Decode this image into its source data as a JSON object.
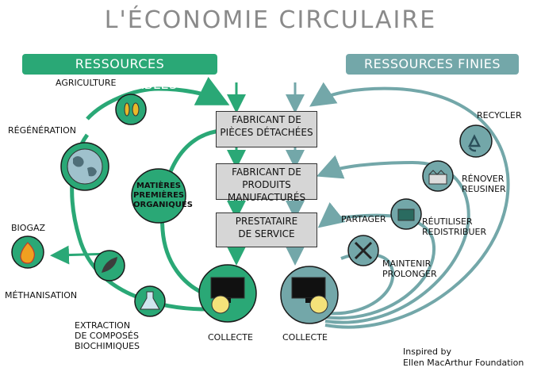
{
  "title": "L'ÉCONOMIE CIRCULAIRE",
  "banners": {
    "renewable": "RESSOURCES RENOUVELABLES",
    "finite": "RESSOURCES FINIES"
  },
  "boxes": {
    "parts_maker": [
      "FABRICANT DE",
      "PIÈCES DÉTACHÉES"
    ],
    "product_maker": [
      "FABRICANT DE PRODUITS",
      "MANUFACTURÉS"
    ],
    "service_provider": [
      "PRESTATAIRE",
      "DE SERVICE"
    ]
  },
  "left_labels": {
    "agriculture": "AGRICULTURE",
    "regeneration": "RÉGÉNÉRATION",
    "biogaz": "BIOGAZ",
    "methanisation": "MÉTHANISATION",
    "extraction": [
      "EXTRACTION",
      "DE COMPOSÉS",
      "BIOCHIMIQUES"
    ],
    "raw_materials": [
      "MATIÈRES",
      "PREMIÈRES",
      "ORGANIQUES"
    ],
    "collect_left": "COLLECTE"
  },
  "right_labels": {
    "recycle": "RECYCLER",
    "renovate": [
      "RÉNOVER",
      "REUSINER"
    ],
    "share": "PARTAGER",
    "reuse": [
      "RÉUTILISER",
      "REDISTRIBUER"
    ],
    "maintain": [
      "MAINTENIR",
      "PROLONGER"
    ],
    "collect_right": "COLLECTE"
  },
  "credit": [
    "Inspired by",
    "Ellen MacArthur Foundation"
  ],
  "colors": {
    "green": "#2aa876",
    "teal": "#73a7a9",
    "box": "#d6d6d6",
    "title": "#8a8a8a"
  },
  "icons": [
    "wheat-icon",
    "leaf-icon",
    "globe-icon",
    "flame-icon",
    "flask-icon",
    "monitor-icon",
    "recycle-icon",
    "factory-icon",
    "box-icon",
    "tools-icon"
  ]
}
